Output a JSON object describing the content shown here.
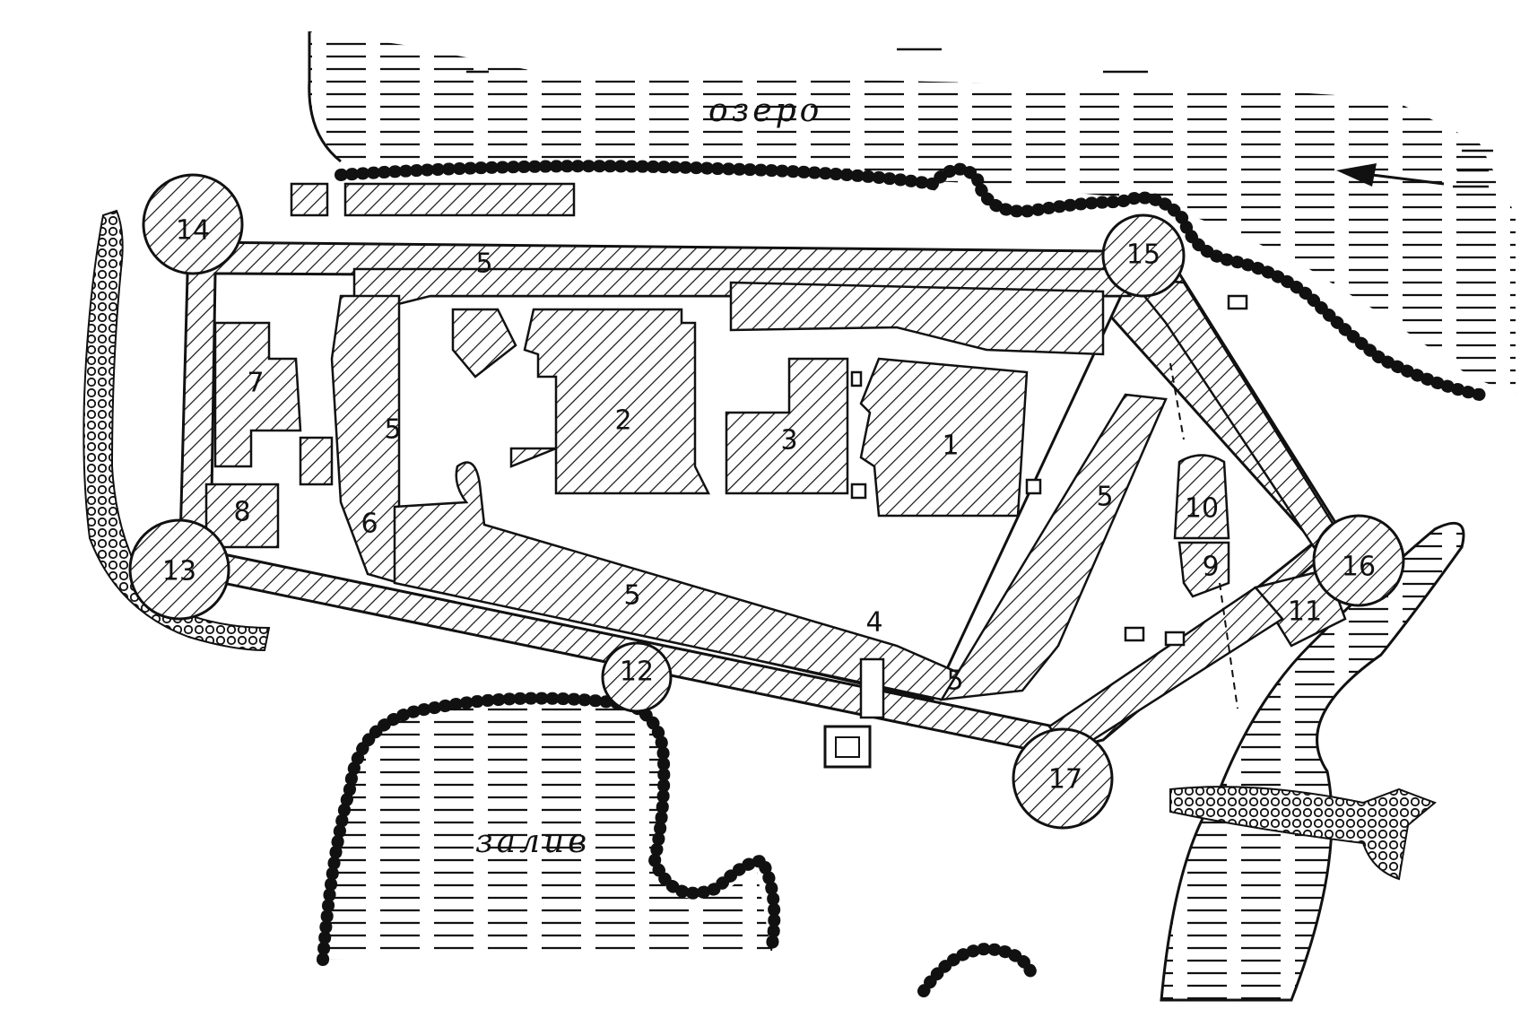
{
  "labels": {
    "lake": "озеро",
    "bay": "залив"
  },
  "numbers": {
    "n1": "1",
    "n2": "2",
    "n3": "3",
    "n4": "4",
    "n5": "5",
    "n6": "6",
    "n7": "7",
    "n8": "8",
    "n9": "9",
    "n10": "10",
    "n11": "11",
    "n12": "12",
    "n13": "13",
    "n14": "14",
    "n15": "15",
    "n16": "16",
    "n17": "17"
  },
  "legend_arrow": {
    "glyph": "←",
    "meaning": "current-direction"
  },
  "colors": {
    "ink": "#111111",
    "paper": "#ffffff"
  }
}
